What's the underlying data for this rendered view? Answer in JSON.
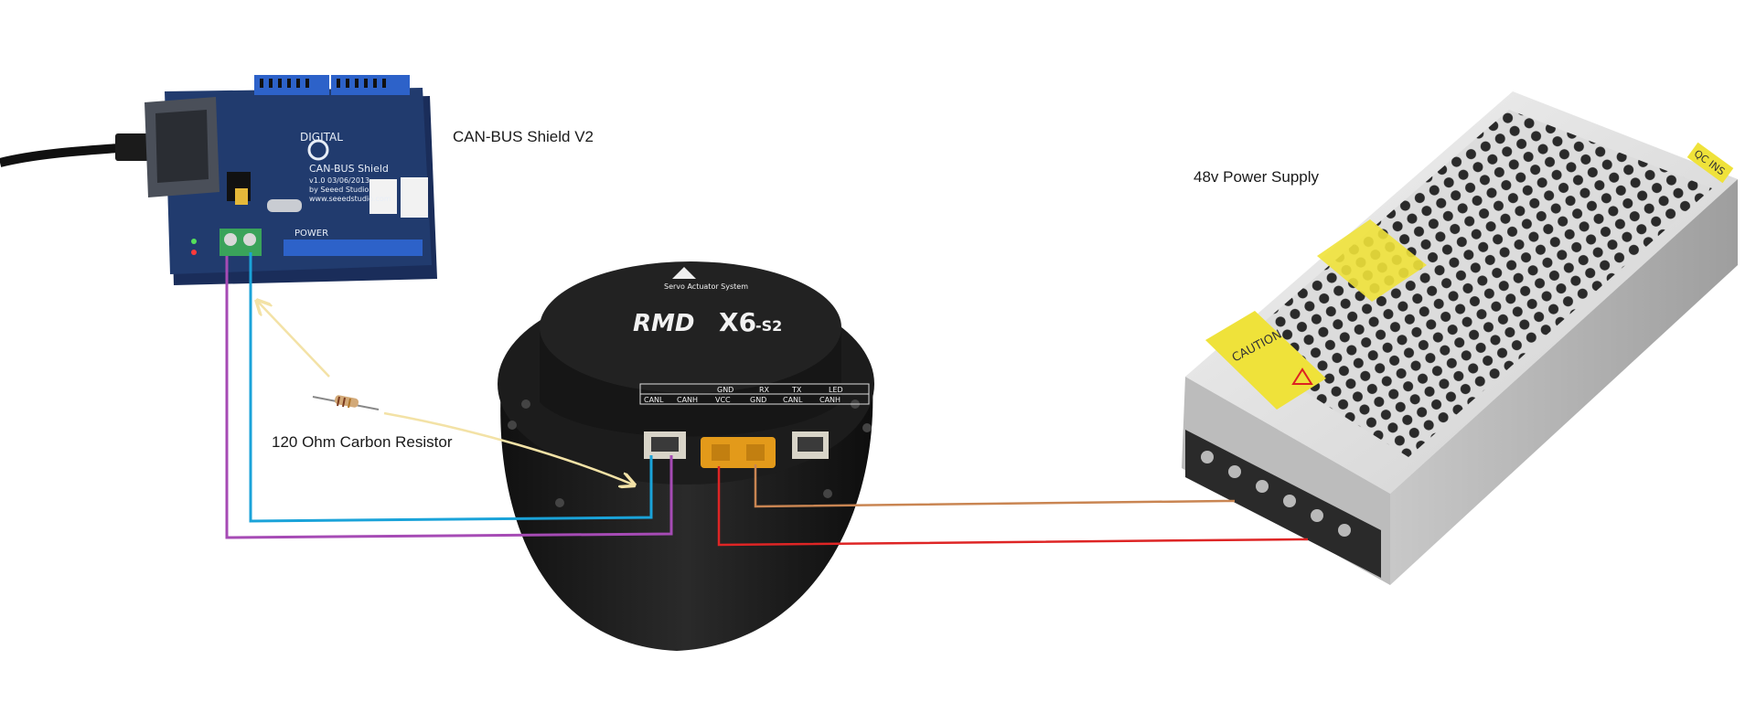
{
  "labels": {
    "can_shield": "CAN-BUS Shield V2",
    "power_supply": "48v Power Supply",
    "resistor": "120 Ohm Carbon Resistor"
  },
  "can_shield_board": {
    "header_text": "DIGITAL",
    "title": "CAN-BUS Shield",
    "version": "v1.0 03/06/2013",
    "maker": "by Seeed Studio",
    "url": "www.seeedstudio.com",
    "power_text": "POWER"
  },
  "motor": {
    "brand": "RMD",
    "model": "X6",
    "variant": "-S2",
    "subtitle": "Servo Actuator System",
    "pin_top": [
      "GND",
      "RX",
      "TX",
      "",
      "LED"
    ],
    "pin_bottom": [
      "CANL",
      "CANH",
      "VCC",
      "GND",
      "CANL",
      "CANH"
    ]
  },
  "power_supply_unit": {
    "caution_text": "CAUTION",
    "qc_text": "QC INS"
  },
  "colors": {
    "can_high_wire": "#1aa3d9",
    "can_low_wire": "#a64bb5",
    "pointer_arrow": "#f3e2a6",
    "power_negative_wire": "#c98552",
    "power_positive_wire": "#de2525"
  }
}
